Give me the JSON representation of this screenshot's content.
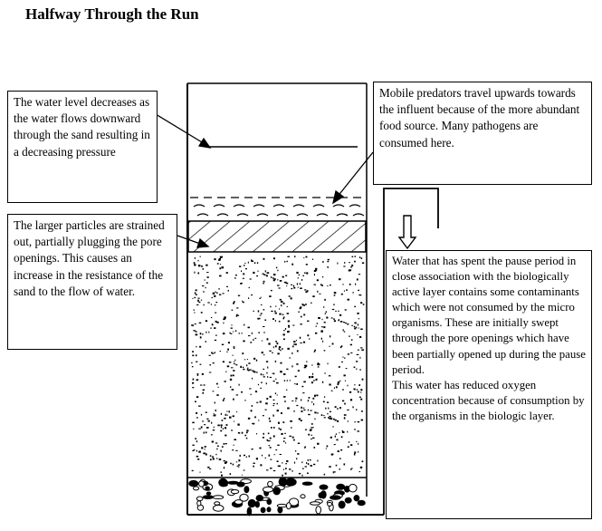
{
  "title": "Halfway Through the Run",
  "labels": {
    "water_level": "The water level decreases as the water flows downward through the sand resulting in a decreasing pressure",
    "larger_particles": "The larger particles are strained out, partially plugging the pore openings. This causes an increase in the resistance of the sand to the flow of water.",
    "predators": "Mobile predators travel upwards towards the influent because of the more abundant food source.  Many pathogens are consumed here.",
    "pause_water": "Water that has spent the pause period in close association with the biologically active layer contains some contaminants which were not consumed by the micro organisms. These are initially swept through the pore openings which have been partially opened up during the pause period.\nThis water has reduced oxygen concentration because of consumption by the organisms in the biologic layer."
  }
}
